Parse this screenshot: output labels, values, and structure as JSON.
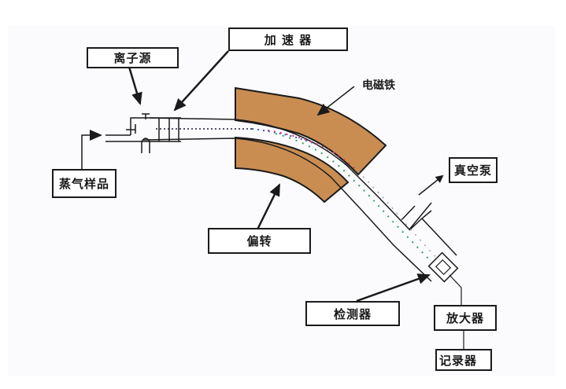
{
  "diagram": {
    "title": "质谱仪结构示意图",
    "labels": {
      "ion_source": "离子源",
      "accelerator": "加 速 器",
      "electromagnet": "电磁铁",
      "vapor_sample": "蒸气样品",
      "deflection": "偏转",
      "vacuum_pump": "真空泵",
      "detector": "检测器",
      "amplifier": "放大器",
      "recorder": "记录器"
    },
    "colors": {
      "magnet_fill": "#c98d52",
      "outline": "#1a1a1a",
      "beam_dark": "#1a1a3a",
      "beam_blue": "#3a4fd0",
      "beam_red": "#d04060",
      "beam_green": "#3aa060"
    }
  }
}
